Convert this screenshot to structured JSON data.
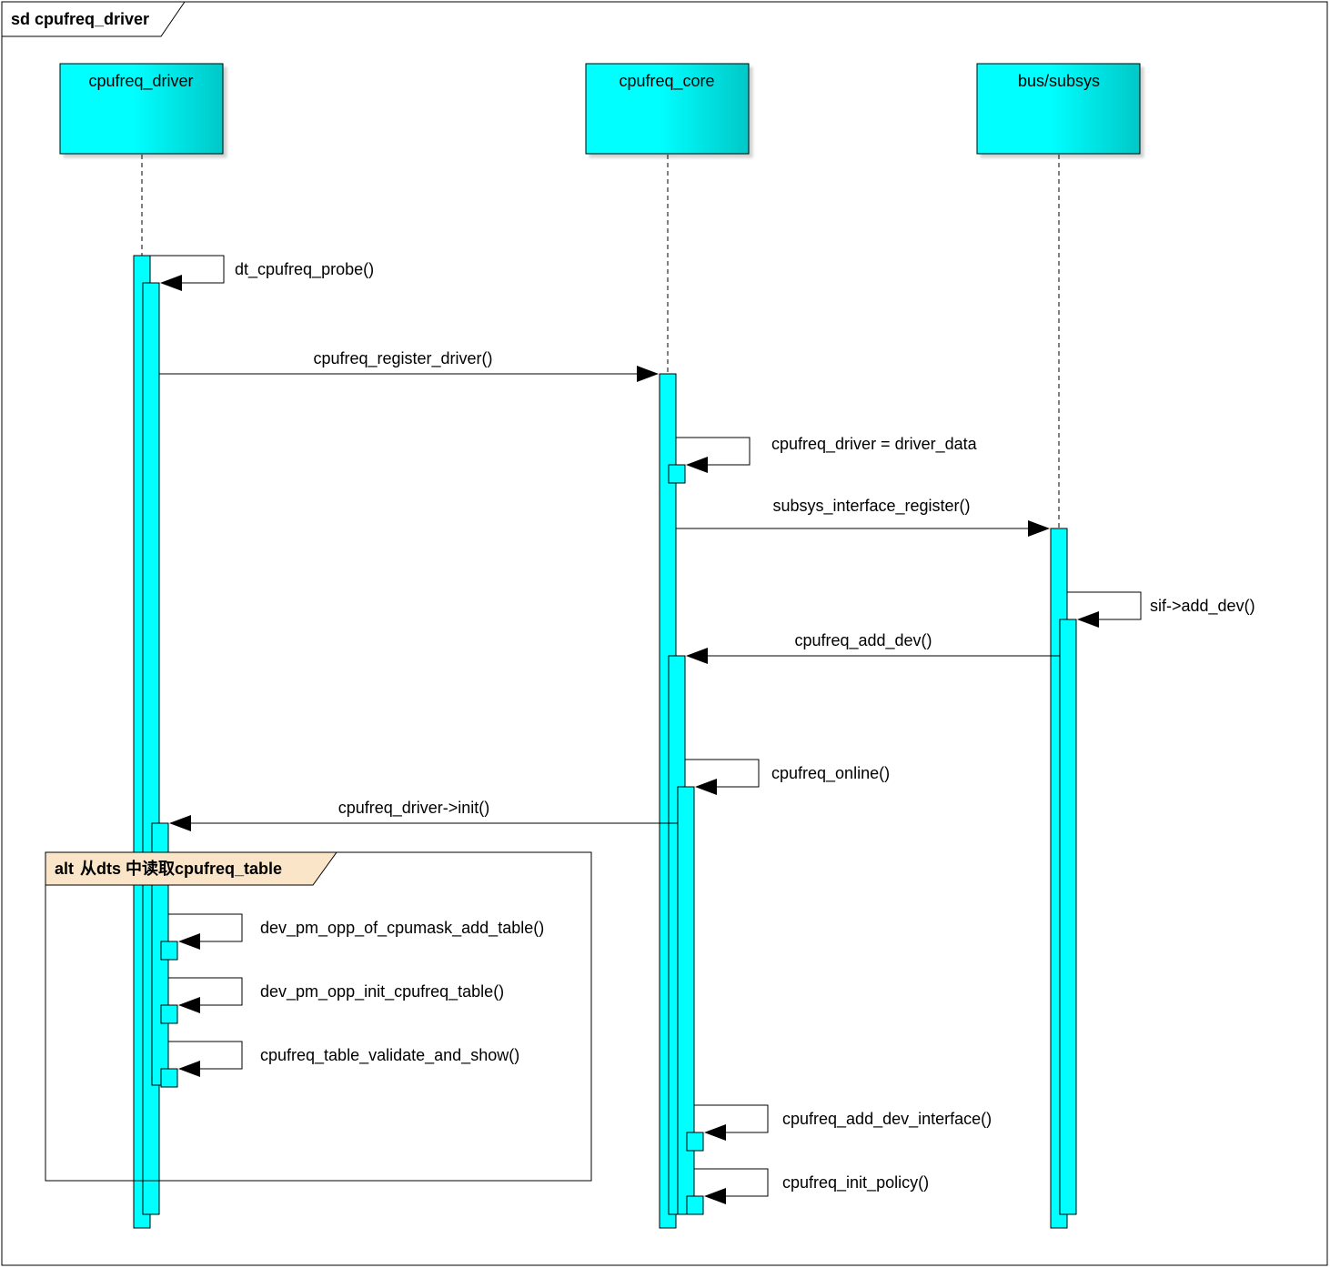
{
  "frame": {
    "title": "sd cpufreq_driver"
  },
  "colors": {
    "lifeline_fill": "#00ffff",
    "lifeline_fill_dark": "#00cccc",
    "activation_fill": "#00ffff",
    "fragment_tab_fill": "#fae5c8",
    "line": "#000000"
  },
  "lifelines": [
    {
      "id": "driver",
      "name": "cpufreq_driver"
    },
    {
      "id": "core",
      "name": "cpufreq_core"
    },
    {
      "id": "bus",
      "name": "bus/subsys"
    }
  ],
  "messages": [
    {
      "id": "m1",
      "label": "dt_cpufreq_probe()"
    },
    {
      "id": "m2",
      "label": "cpufreq_register_driver()"
    },
    {
      "id": "m3",
      "label": "cpufreq_driver = driver_data"
    },
    {
      "id": "m4",
      "label": "subsys_interface_register()"
    },
    {
      "id": "m5",
      "label": "sif->add_dev()"
    },
    {
      "id": "m6",
      "label": "cpufreq_add_dev()"
    },
    {
      "id": "m7",
      "label": "cpufreq_online()"
    },
    {
      "id": "m8",
      "label": "cpufreq_driver->init()"
    },
    {
      "id": "m9",
      "label": "dev_pm_opp_of_cpumask_add_table()"
    },
    {
      "id": "m10",
      "label": "dev_pm_opp_init_cpufreq_table()"
    },
    {
      "id": "m11",
      "label": "cpufreq_table_validate_and_show()"
    },
    {
      "id": "m12",
      "label": "cpufreq_add_dev_interface()"
    },
    {
      "id": "m13",
      "label": "cpufreq_init_policy()"
    }
  ],
  "fragment": {
    "operator": "alt",
    "guard": "从dts 中读取cpufreq_table"
  }
}
